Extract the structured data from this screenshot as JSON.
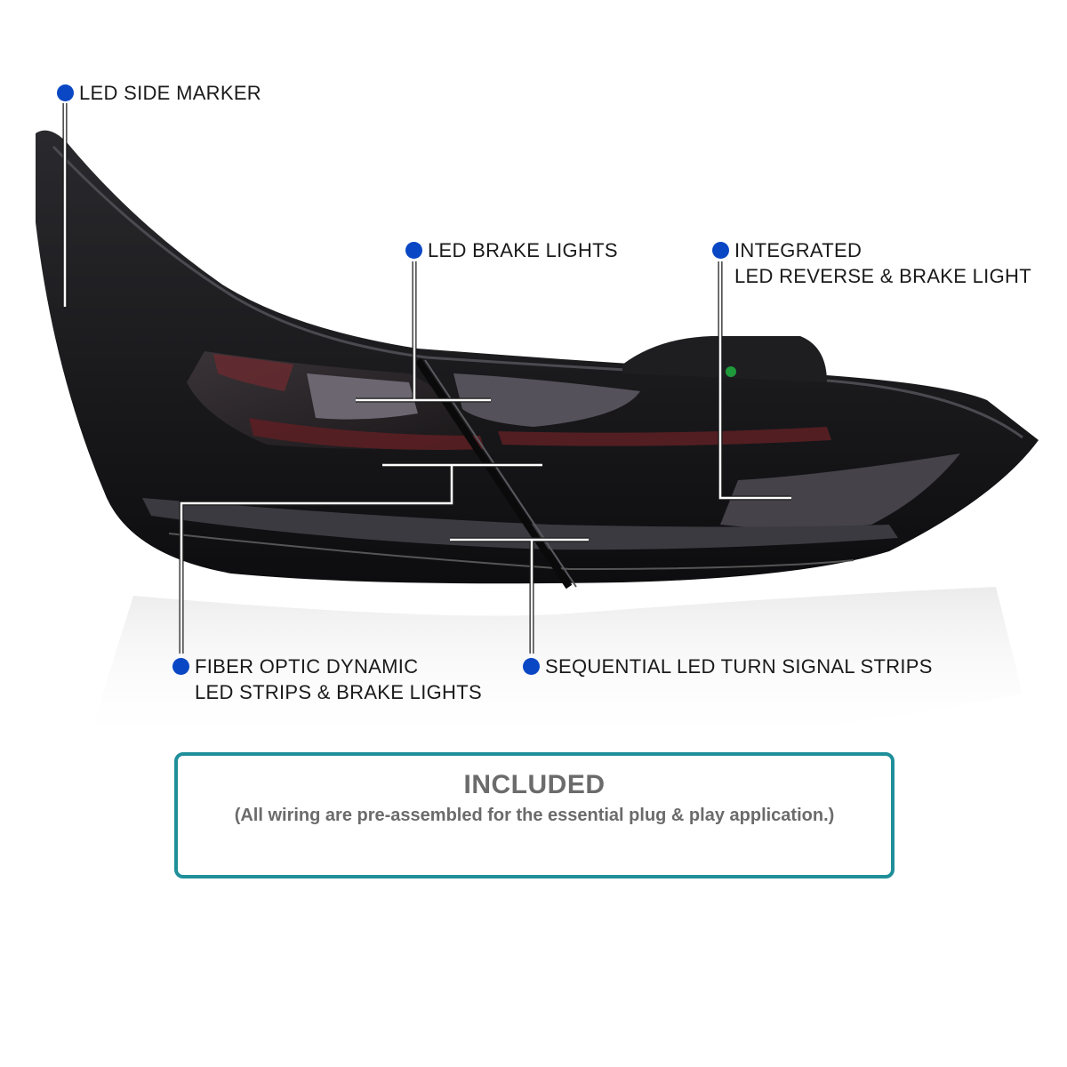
{
  "product_image": {
    "icon": "tail-light-assembly-icon"
  },
  "callouts": {
    "side_marker": {
      "line1": "LED SIDE MARKER"
    },
    "brake_lights": {
      "line1": "LED BRAKE LIGHTS"
    },
    "reverse_brake": {
      "line1": "INTEGRATED",
      "line2": "LED REVERSE & BRAKE LIGHT"
    },
    "fiber_optic": {
      "line1": "FIBER OPTIC DYNAMIC",
      "line2": "LED STRIPS & BRAKE LIGHTS"
    },
    "turn_signal": {
      "line1": "SEQUENTIAL LED TURN SIGNAL STRIPS"
    }
  },
  "included": {
    "title": "INCLUDED",
    "subtitle": "(All wiring are pre-assembled for the essential plug & play application.)"
  },
  "colors": {
    "dot": "#0a47c4",
    "box_border": "#1f8f9a",
    "included_text": "#6b6b6b"
  }
}
